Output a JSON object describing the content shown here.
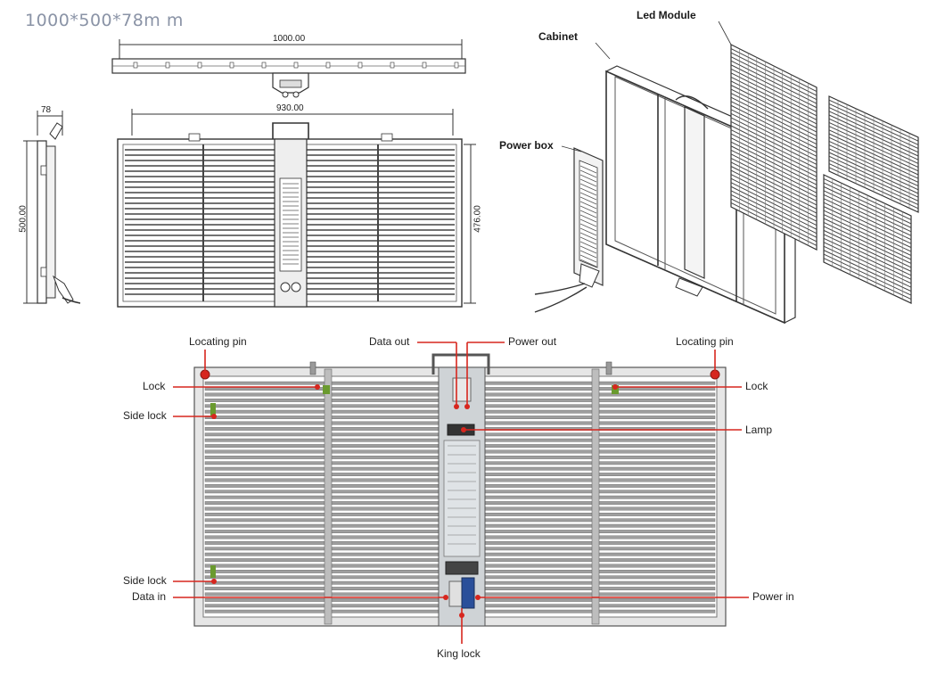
{
  "title": "1000*500*78m m",
  "dimensions": {
    "width_top": "1000.00",
    "width_inner": "930.00",
    "depth": "78",
    "height_side": "500.00",
    "height_inner": "476.00"
  },
  "exploded_labels": {
    "led_module": "Led Module",
    "cabinet": "Cabinet",
    "power_box": "Power box"
  },
  "rear_labels": {
    "locating_pin_left": "Locating pin",
    "locating_pin_right": "Locating pin",
    "data_out": "Data out",
    "power_out": "Power out",
    "lock_left": "Lock",
    "lock_right": "Lock",
    "side_lock_top": "Side lock",
    "side_lock_bottom": "Side lock",
    "lamp": "Lamp",
    "data_in": "Data in",
    "power_in": "Power in",
    "king_lock": "King lock"
  },
  "colors": {
    "line": "#333333",
    "frame": "#8a8a8a",
    "callout": "#d7261e",
    "accent_green": "#6a9a2e",
    "accent_blue": "#2a4f9a",
    "title": "#8a93a6"
  }
}
